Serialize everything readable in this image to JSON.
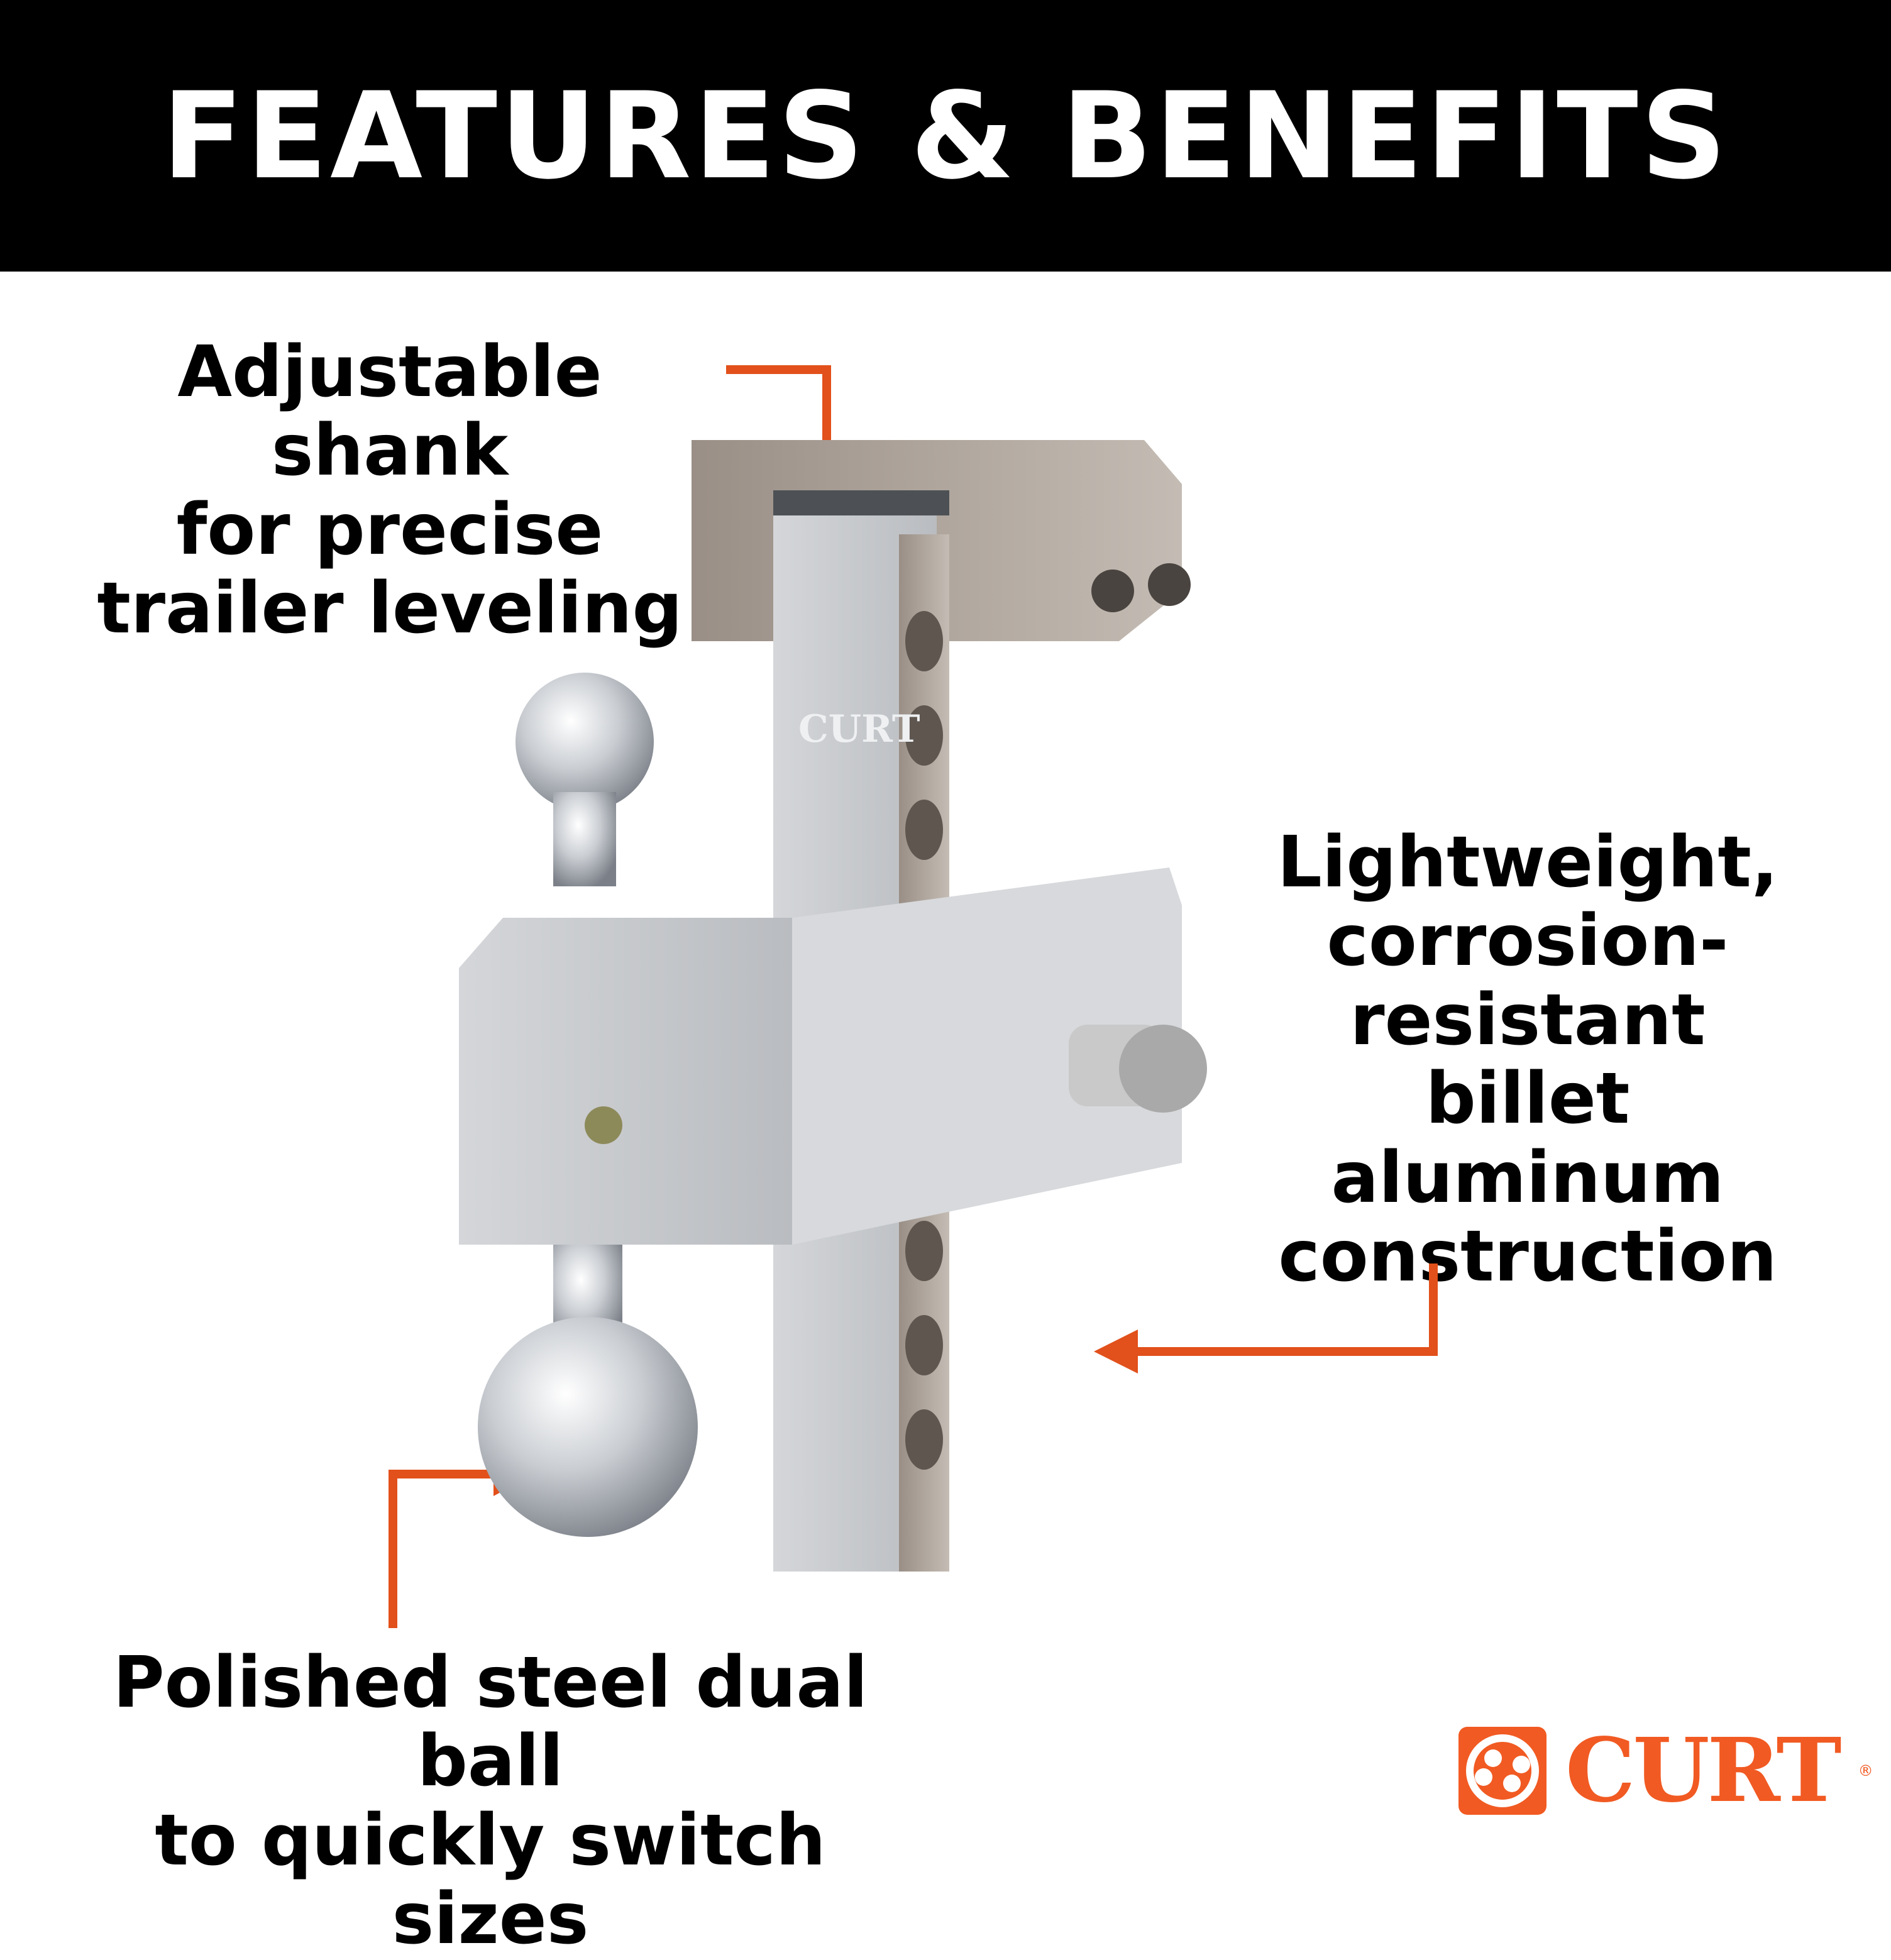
{
  "header": {
    "title": "FEATURES & BENEFITS"
  },
  "callouts": {
    "shank": {
      "lines": [
        "Adjustable shank",
        "for precise",
        "trailer leveling"
      ]
    },
    "aluminum": {
      "lines": [
        "Lightweight,",
        "corrosion-",
        "resistant billet",
        "aluminum",
        "construction"
      ]
    },
    "ball": {
      "lines": [
        "Polished steel dual ball",
        "to quickly switch sizes"
      ]
    }
  },
  "brand": {
    "name": "CURT",
    "registered": "®",
    "accent_color": "#f15a22"
  },
  "product": {
    "embossed_logo": "CURT"
  }
}
